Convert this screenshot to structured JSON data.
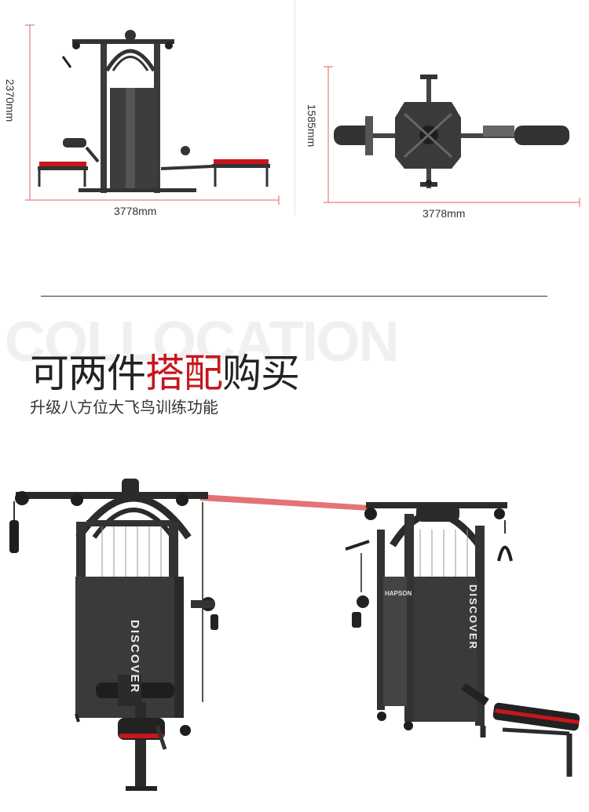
{
  "side_view": {
    "height_label": "2370mm",
    "width_label": "3778mm"
  },
  "top_view": {
    "depth_label": "1585mm",
    "width_label": "3778mm"
  },
  "collocation": {
    "watermark": "COLLOCATION",
    "title_part1": "可两件",
    "title_highlight": "搭配",
    "title_part2": "购买",
    "subtitle": "升级八方位大飞鸟训练功能"
  },
  "machine_brand": {
    "left_panel": "DISCOVER",
    "right_panel": "DISCOVER",
    "small_logo": "HAPSON"
  },
  "colors": {
    "accent": "#c8161d",
    "frame": "#2b2b2b",
    "dimension_line": "#e06060"
  }
}
